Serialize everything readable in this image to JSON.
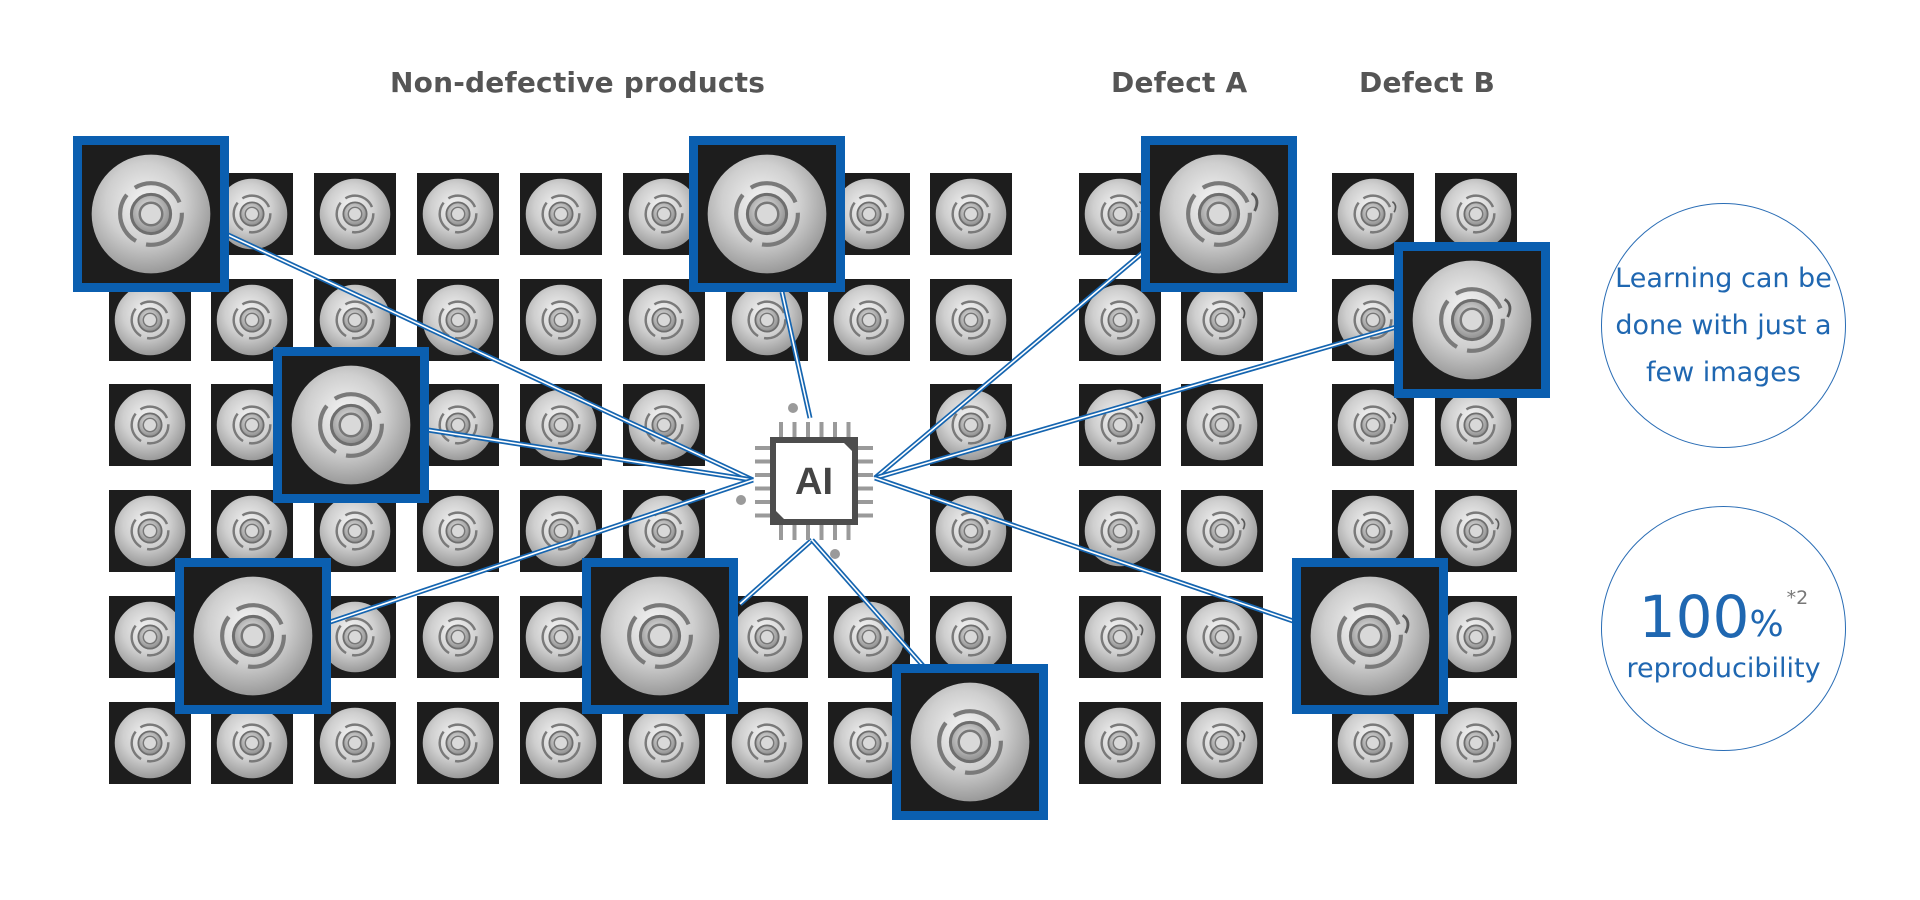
{
  "headings": {
    "non_defective": "Non-defective products",
    "defect_a": "Defect A",
    "defect_b": "Defect B"
  },
  "ai_chip": {
    "label": "AI"
  },
  "bubble_learning": {
    "text": "Learning can be done with just a few images"
  },
  "bubble_reproducibility": {
    "value": "100",
    "unit": "%",
    "note": "*2",
    "label": "reproducibility"
  },
  "colors": {
    "accent_blue": "#1f67b1",
    "highlight_frame": "#0b5fb0",
    "tile_background": "#1d1d1d",
    "heading_gray": "#555555"
  }
}
